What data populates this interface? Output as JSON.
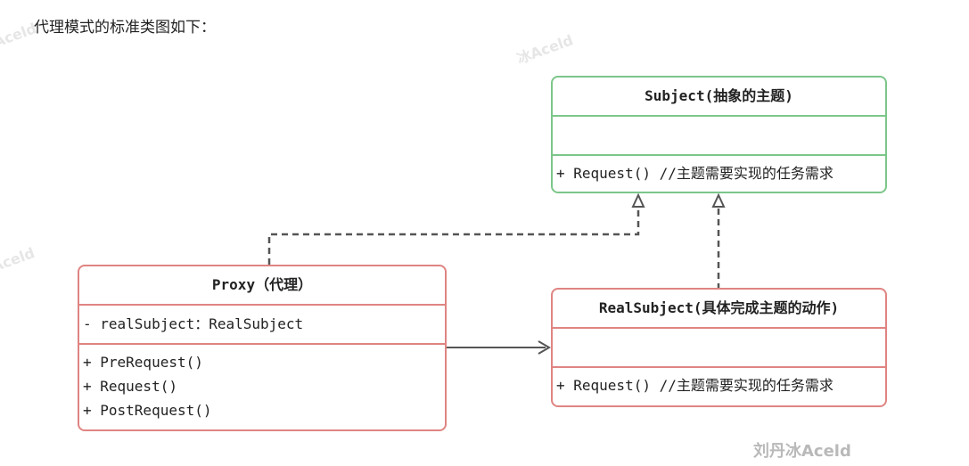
{
  "heading": "代理模式的标准类图如下：",
  "subject": {
    "title": "Subject(抽象的主题)",
    "methods": [
      "+ Request() //主题需要实现的任务需求"
    ]
  },
  "proxy": {
    "title": "Proxy（代理）",
    "attributes": [
      "- realSubject：RealSubject"
    ],
    "methods": [
      "+ PreRequest()",
      "+ Request()",
      "+ PostRequest()"
    ]
  },
  "real_subject": {
    "title": "RealSubject(具体完成主题的动作)",
    "methods": [
      "+ Request() //主题需要实现的任务需求"
    ]
  },
  "watermark_text": "刘丹冰Aceld",
  "colors": {
    "interface_border": "#7cc68a",
    "class_border": "#df8482",
    "connector": "#555555"
  }
}
